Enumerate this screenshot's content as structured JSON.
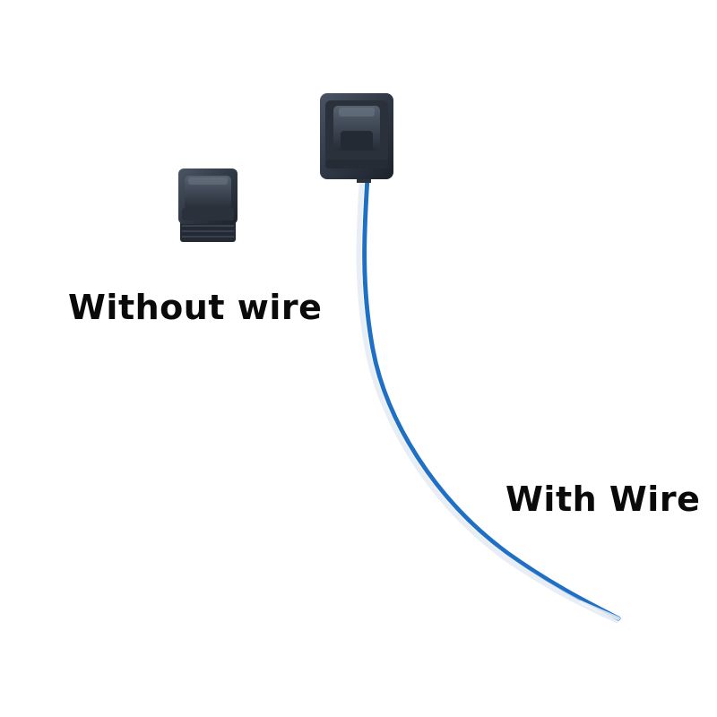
{
  "labels": {
    "without_wire": "Without wire",
    "with_wire": "With Wire"
  },
  "colors": {
    "background": "#ffffff",
    "switch_body": "#2f3845",
    "wire_blue": "#1f6fc4",
    "wire_white": "#f3f6fb",
    "label_text": "#0a0a0a"
  },
  "objects": [
    {
      "name": "switch-without-wire"
    },
    {
      "name": "switch-with-wire"
    },
    {
      "name": "blue-white-wire"
    }
  ]
}
